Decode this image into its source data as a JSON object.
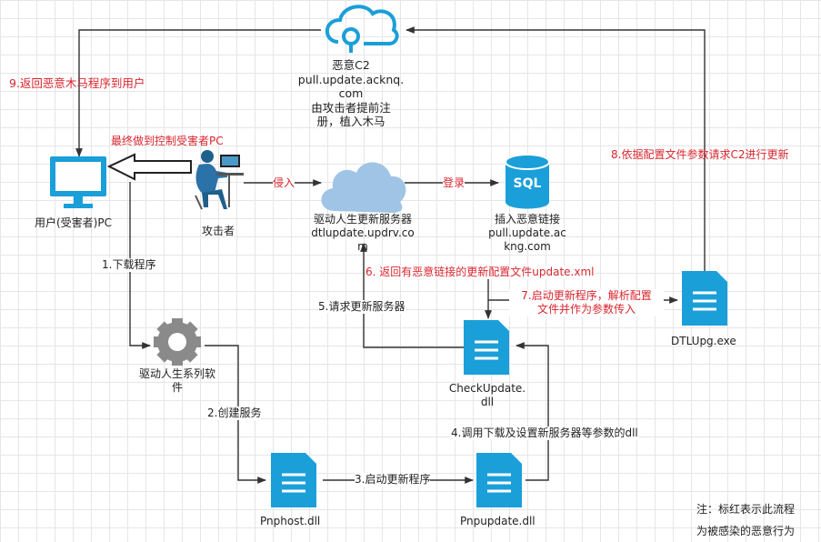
{
  "nodes": {
    "c2": {
      "title": "恶意C2",
      "line1": "pull.update.acknq.",
      "line2": "com",
      "line3": "由攻击者提前注",
      "line4": "册，植入木马"
    },
    "user_pc": {
      "label": "用户(受害者)PC"
    },
    "attacker": {
      "label": "攻击者"
    },
    "update_server": {
      "line1": "驱动人生更新服务器",
      "line2": "dtlupdate.updrv.co",
      "line3": "m"
    },
    "sql": {
      "icon_text": "SQL",
      "line1": "插入恶意链接",
      "line2": "pull.update.ac",
      "line3": "kng.com"
    },
    "driver_suite": {
      "line1": "驱动人生系列软",
      "line2": "件"
    },
    "checkupdate": {
      "line1": "CheckUpdate.",
      "line2": "dll"
    },
    "dtlupg": {
      "label": "DTLUpg.exe"
    },
    "pnphost": {
      "label": "Pnphost.dll"
    },
    "pnpupdate": {
      "label": "Pnpupdate.dll"
    }
  },
  "edges": {
    "e9": "9.返回恶意木马程序到用户",
    "final_control": "最终做到控制受害者PC",
    "intrude": "侵入",
    "login": "登录",
    "e1": "1.下载程序",
    "e8": "8.依据配置文件参数请求C2进行更新",
    "e6": "6. 返回有恶意链接的更新配置文件update.xml",
    "e5": "5.请求更新服务器",
    "e7_line1": "7.启动更新程序，解析配置",
    "e7_line2": "文件并作为参数传入",
    "e2": "2.创建服务",
    "e3": "3.启动更新程序",
    "e4": "4.调用下载及设置新服务器等参数的dll"
  },
  "note": {
    "line1": "注：标红表示此流程",
    "line2": "为被感染的恶意行为"
  },
  "colors": {
    "icon_blue": "#1a9fd9",
    "cloud_blue": "#9fc4e6",
    "red_text": "#d9252e",
    "arrow": "#333333",
    "gear": "#8a8a8a"
  }
}
